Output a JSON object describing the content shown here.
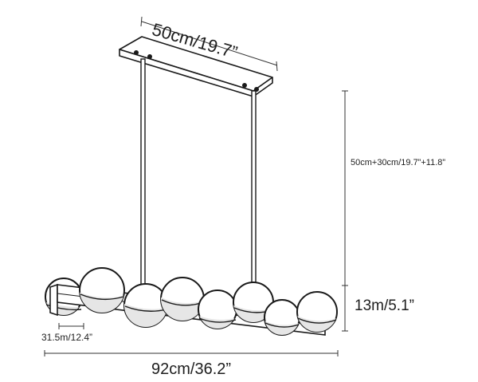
{
  "dimensions": {
    "canopy_length": "50cm/19.7”",
    "drop_length": "50cm+30cm/19.7”+11.8”",
    "fixture_height": "13m/5.1”",
    "globe_diameter": "31.5m/12.4”",
    "overall_width": "92cm/36.2”"
  },
  "colors": {
    "line": "#1a1a1a",
    "dimension_line": "#333333",
    "globe_shade": "#e6e6e6",
    "background": "#ffffff"
  }
}
